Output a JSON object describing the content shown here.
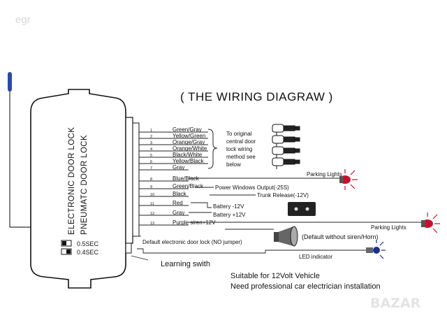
{
  "watermark": "egr",
  "title": "( THE WIRING DIAGRAW )",
  "module": {
    "line1": "ELECTRONIC DOOR LOCK",
    "line2": "PNEUMATC DOOR LOCK",
    "switch_1": "0.5SEC",
    "switch_2": "0.4SEC"
  },
  "wires": [
    {
      "num": "1",
      "label": "Green/Gray"
    },
    {
      "num": "2",
      "label": "Yellow/Green"
    },
    {
      "num": "3",
      "label": "Orange/Gray"
    },
    {
      "num": "4",
      "label": "Orange/White"
    },
    {
      "num": "5",
      "label": "Black/White"
    },
    {
      "num": "6",
      "label": "Yellow/Black"
    },
    {
      "num": "7",
      "label": "Gray"
    },
    {
      "num": "8",
      "label": "Blue/Black"
    },
    {
      "num": "9",
      "label": "Green/Black"
    },
    {
      "num": "10",
      "label": "Black"
    },
    {
      "num": "11",
      "label": "Red"
    },
    {
      "num": "12",
      "label": "Gray"
    },
    {
      "num": "13",
      "label": "Purple siren+12V"
    }
  ],
  "notes": {
    "lock_note": [
      "To original",
      "central door",
      "lock wiring",
      "method see",
      "below"
    ],
    "parking_lights_top": "Parking Lights",
    "power_windows": "Power Windows Output(-25S)",
    "trunk_release": "Trunk Release(-12V)",
    "battery_neg": "Battery  -12V",
    "battery_pos": "Battery +12V",
    "parking_lights_right": "Parking Lights",
    "siren": "(Default without siren/Horn)",
    "door_lock_jumper": "Default electronic door lock (NO jumper)",
    "led_indicator": "LED indicator",
    "learning_switch": "Learning swith"
  },
  "footer": {
    "line1": "Suitable for 12Volt Vehicle",
    "line2": "Need professional car electrician installation"
  },
  "brand_mark": "BAZAR"
}
